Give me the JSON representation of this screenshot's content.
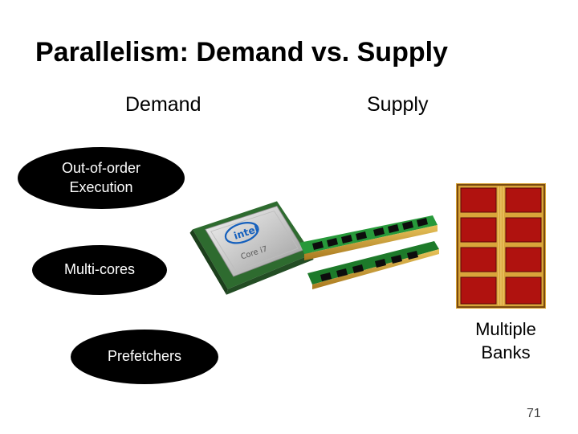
{
  "slide": {
    "title": "Parallelism: Demand vs. Supply",
    "demand_heading": "Demand",
    "supply_heading": "Supply",
    "demand_items": [
      "Out-of-order\nExecution",
      "Multi-cores",
      "Prefetchers"
    ],
    "cpu_logo_brand": "intel",
    "cpu_logo_model": "Core i7",
    "banks_label": "Multiple\nBanks",
    "page_number": "71"
  },
  "colors": {
    "ellipse": "#000000",
    "ellipse_text": "#ffffff",
    "ram_pcb": "#1f8a2e",
    "ram_chip": "#0d0d0d",
    "bank_red": "#b0120f",
    "bank_gold": "#d9a53a"
  },
  "icons": {
    "cpu": "intel-core-i7-processor-icon",
    "ram": "ram-modules-icon",
    "banks": "memory-banks-die-icon"
  }
}
